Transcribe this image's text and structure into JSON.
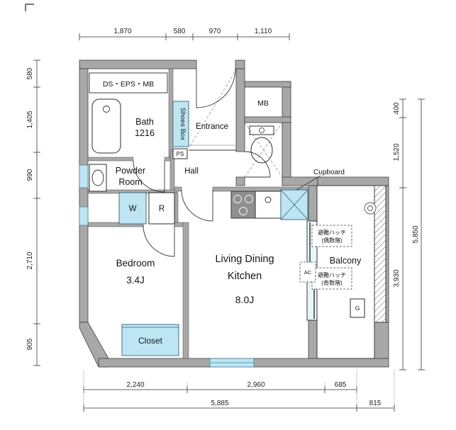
{
  "colors": {
    "wall_gray": "#a8a8a8",
    "window_blue": "#bde6f2",
    "line_black": "#2b2b2b"
  },
  "rooms": {
    "ds_eps_mb": "DS・EPS・MB",
    "bath": "Bath",
    "bath_size": "1216",
    "shoes_box": "Shoes Box",
    "ps": "PS",
    "entrance": "Entrance",
    "mb": "MB",
    "powder_line1": "Powder",
    "powder_line2": "Room",
    "hall": "Hall",
    "cupboard": "Cupboard",
    "washer": "W",
    "fridge": "R",
    "bedroom": "Bedroom",
    "bedroom_size": "3.4J",
    "ldk_line1": "Living Dining",
    "ldk_line2": "Kitchen",
    "ldk_size": "8.0J",
    "ac": "AC",
    "balcony": "Balcony",
    "hatch_even_line1": "避難ハッチ",
    "hatch_even_line2": "(偶数階)",
    "hatch_odd_line1": "避難ハッチ",
    "hatch_odd_line2": "(奇数階)",
    "closet": "Closet",
    "gas_meter": "G"
  },
  "dimensions": {
    "top": [
      "1,870",
      "580",
      "970",
      "1,110"
    ],
    "left": [
      "580",
      "1,405",
      "990",
      "2,710",
      "905"
    ],
    "right_inner": [
      "400",
      "1,520",
      "3,930"
    ],
    "right_outer": [
      "5,850"
    ],
    "bottom_upper": [
      "2,240",
      "2,960",
      "685"
    ],
    "bottom_lower": [
      "5,885",
      "815"
    ]
  }
}
